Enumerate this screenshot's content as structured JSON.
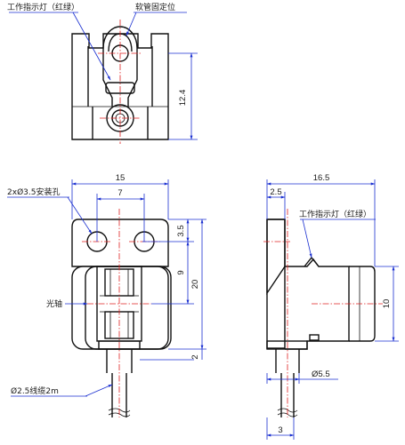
{
  "labels": {
    "indicator_top": "工作指示灯（红绿）",
    "tube_fix": "软管固定位",
    "mount_holes": "2x",
    "mount_holes_size": "3.5安装孔",
    "optical_axis": "光轴",
    "cable": "2.5线缆2m",
    "indicator_side": "工作指示灯（红绿）"
  },
  "dimensions": {
    "top_height": "12.4",
    "front_width": "15",
    "hole_spacing": "7",
    "hole_offset": "3.5",
    "axis_offset": "9",
    "front_height": "20",
    "bottom_gap": "2",
    "side_width": "16.5",
    "side_wall": "2.5",
    "lens_height": "10",
    "cable_diameter": "5.5",
    "cable_width": "3"
  },
  "colors": {
    "dimension": "#1a2fd0",
    "centerline": "#e02020",
    "outline": "#111111"
  }
}
